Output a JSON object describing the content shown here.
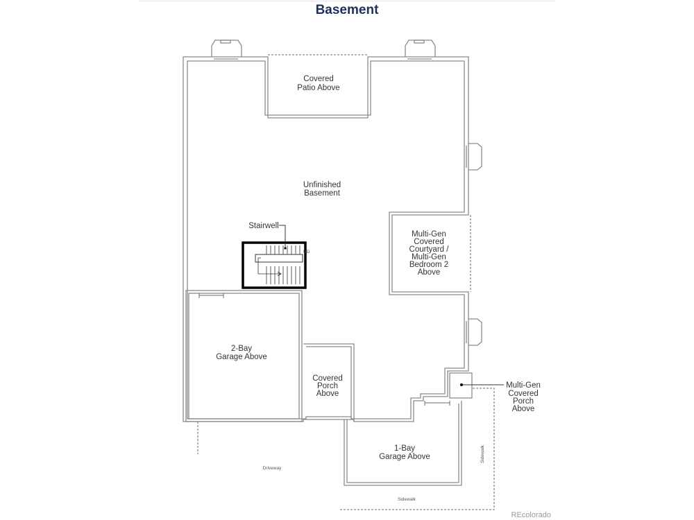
{
  "header": {
    "title": "Basement"
  },
  "rooms": {
    "covered_patio": [
      "Covered",
      "Patio Above"
    ],
    "unfinished_basement": [
      "Unfinished",
      "Basement"
    ],
    "stairwell": "Stairwell",
    "stair_marker": "UD",
    "multigen_courtyard": [
      "Multi-Gen",
      "Covered",
      "Courtyard /",
      "Multi-Gen",
      "Bedroom 2",
      "Above"
    ],
    "garage_2bay": [
      "2-Bay",
      "Garage Above"
    ],
    "covered_porch": [
      "Covered",
      "Porch",
      "Above"
    ],
    "multigen_porch": [
      "Multi-Gen",
      "Covered",
      "Porch",
      "Above"
    ],
    "garage_1bay": [
      "1-Bay",
      "Garage Above"
    ]
  },
  "site": {
    "driveway": "Driveway",
    "sidewalk_bottom": "Sidewalk",
    "sidewalk_side": "Sidewalk"
  },
  "footer": {
    "watermark": "REcolorado"
  }
}
